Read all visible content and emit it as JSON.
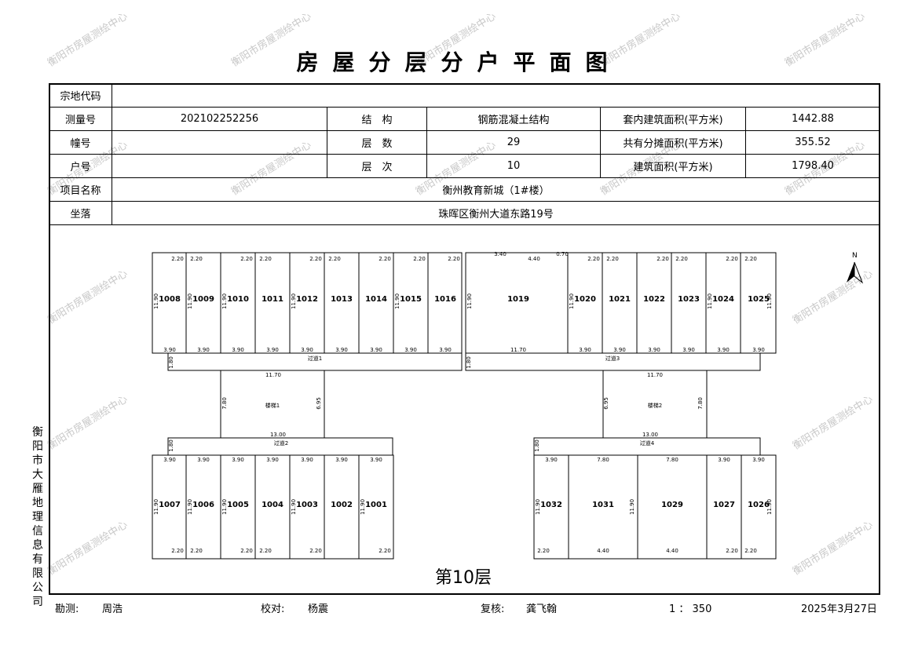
{
  "title": "房屋分层分户平面图",
  "watermark": "衡阳市房屋测绘中心",
  "info": {
    "parcel_code_label": "宗地代码",
    "parcel_code": "",
    "survey_no_label": "测量号",
    "survey_no": "202102252256",
    "structure_label": "结　构",
    "structure": "钢筋混凝土结构",
    "inner_area_label": "套内建筑面积(平方米)",
    "inner_area": "1442.88",
    "building_label": "幢号",
    "building": "",
    "floors_label": "层　数",
    "floors": "29",
    "shared_area_label": "共有分摊面积(平方米)",
    "shared_area": "355.52",
    "unit_label": "户号",
    "unit": "",
    "floor_label": "层　次",
    "floor": "10",
    "total_area_label": "建筑面积(平方米)",
    "total_area": "1798.40",
    "project_label": "项目名称",
    "project": "衡州教育新城（1#楼）",
    "location_label": "坐落",
    "location": "珠晖区衡州大道东路19号"
  },
  "plan": {
    "north": "N",
    "floor_label": "第10层",
    "top_left_rooms": [
      "1008",
      "1009",
      "1010",
      "1011",
      "1012",
      "1013",
      "1014",
      "1015",
      "1016"
    ],
    "top_center_room": "1019",
    "top_right_rooms": [
      "1020",
      "1021",
      "1022",
      "1023",
      "1024",
      "1025"
    ],
    "bottom_left_rooms": [
      "1007",
      "1006",
      "1005",
      "1004",
      "1003",
      "1002",
      "1001"
    ],
    "bottom_right_rooms": [
      "1032",
      "1031",
      "1029",
      "1027",
      "1026"
    ],
    "stairs": [
      "楼梯1",
      "楼梯2"
    ],
    "corridors": [
      "过道1",
      "过道2",
      "过道3",
      "过道4"
    ],
    "dims": {
      "w390": "3.90",
      "w220": "2.20",
      "w440": "4.40",
      "w1170": "11.70",
      "h1190": "11.90",
      "h180": "1.80",
      "w1300": "13.00",
      "w780": "7.80",
      "h780": "7.80",
      "h695": "6.95",
      "w340": "3.40",
      "w070": "0.70"
    }
  },
  "company": "衡阳市大雁地理信息有限公司",
  "footer": {
    "survey_label": "勘测:",
    "survey_person": "周浩",
    "check_label": "校对:",
    "check_person": "杨震",
    "review_label": "复核:",
    "review_person": "龚飞翰",
    "scale": "1 ： 350",
    "date": "2025年3月27日"
  }
}
